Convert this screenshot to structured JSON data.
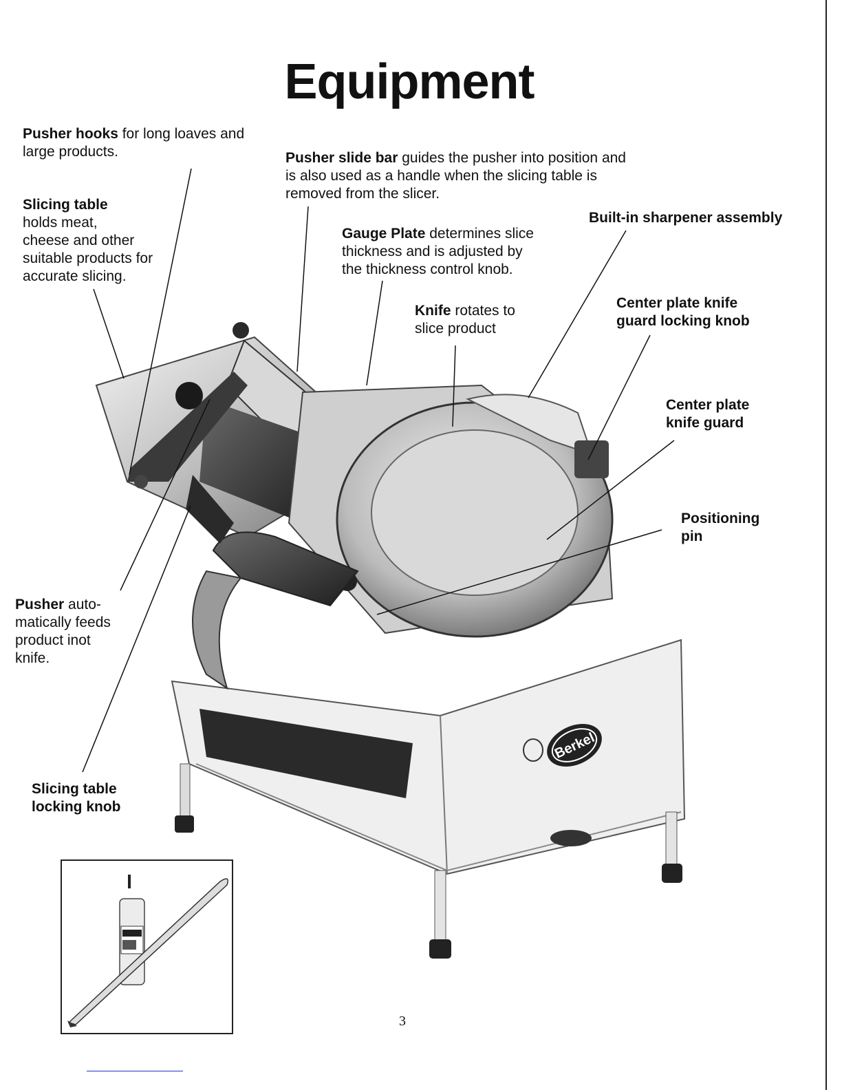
{
  "title": "Equipment",
  "labels": {
    "pusher_hooks": {
      "term": "Pusher hooks",
      "line1_rest": " for long loaves and",
      "line2": "large products."
    },
    "slicing_table": {
      "term": "Slicing table",
      "lines": [
        "holds meat,",
        "cheese and other",
        "suitable products for",
        "accurate slicing."
      ]
    },
    "pusher_slide_bar": {
      "term": "Pusher slide bar",
      "line1_rest": " guides the pusher into position and",
      "line2": "is also used as a handle when the slicing table is",
      "line3": "removed from the slicer."
    },
    "gauge_plate": {
      "term": "Gauge Plate",
      "line1_rest": " determines slice",
      "line2": "thickness and is adjusted by",
      "line3": "the thickness control knob."
    },
    "knife": {
      "term": "Knife",
      "line1_rest": " rotates to",
      "line2": "slice product"
    },
    "sharpener": {
      "term": "Built-in sharpener assembly"
    },
    "center_plate_locking_knob": {
      "line1": "Center plate knife",
      "line2": "guard locking knob"
    },
    "center_plate_guard": {
      "line1": "Center plate",
      "line2": "knife guard"
    },
    "positioning_pin": {
      "line1": "Positioning",
      "line2": "pin"
    },
    "pusher": {
      "term": "Pusher",
      "line1_rest": " auto-",
      "line2": "matically feeds",
      "line3": "product inot",
      "line4": "knife."
    },
    "slicing_table_locking_knob": {
      "line1": "Slicing table",
      "line2": "locking knob"
    }
  },
  "brand_logo": "Berkel",
  "page_number": "3"
}
